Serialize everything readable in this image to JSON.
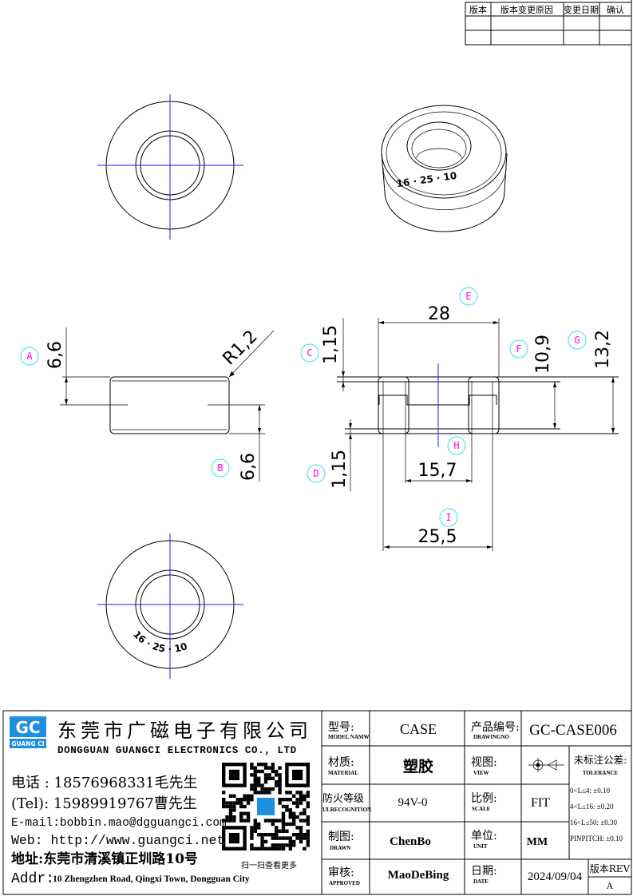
{
  "revision_table": {
    "headers": [
      "版本",
      "版本变更原因",
      "变更日期",
      "确认"
    ]
  },
  "drawing": {
    "ring_marking": "16 · 25 · 10",
    "dimensions": {
      "A": "6,6",
      "B": "6,6",
      "R": "R1,2",
      "C": "1,15",
      "D": "1,15",
      "E": "28",
      "F": "10,9",
      "G": "13,2",
      "H": "15,7",
      "I": "25,5"
    },
    "tags": [
      "A",
      "B",
      "C",
      "D",
      "E",
      "F",
      "G",
      "H",
      "I"
    ]
  },
  "company": {
    "logo_text": "GUANG CI",
    "name_cn": "东莞市广磁电子有限公司",
    "name_en": "DONGGUAN GUANGCI ELECTRONICS CO., LTD",
    "phone1": "电话 : 18576968331毛先生",
    "phone2": "(Tel): 15989919767曹先生",
    "email": "E-mail:bobbin.mao@dgguangci.com",
    "web": "Web: http://www.guangci.net",
    "address_cn": "地址:东莞市清溪镇正圳路10号",
    "address_en_label": "Addr:",
    "address_en": "10 Zhengzhen Road, Qingxi Town, Dongguan City",
    "qr_caption": "扫一扫查看更多"
  },
  "title_block": {
    "model_label": "型号:",
    "model_label_en": "MODEL NAMW",
    "model": "CASE",
    "drawing_no_label": "产品编号:",
    "drawing_no_label_en": "DRAWINGNO",
    "drawing_no": "GC-CASE006",
    "material_label": "材质:",
    "material_label_en": "MATERIAL",
    "material": "塑胶",
    "view_label": "视图:",
    "view_label_en": "VIEW",
    "tolerance_label": "未标注公差:",
    "tolerance_label_en": "TOLERANCE",
    "tolerances": [
      "0<L≤4: ±0.10",
      "4<L≤16: ±0.20",
      "16<L≤50: ±0.30",
      "PINPITCH: ±0.10"
    ],
    "fire_label": "防火等级",
    "fire_label_en": "ULRECOGNITION",
    "fire": "94V-0",
    "scale_label": "比例:",
    "scale_label_en": "SCALE",
    "scale": "FIT",
    "drawn_label": "制图:",
    "drawn_label_en": "DRAWN",
    "drawn": "ChenBo",
    "unit_label": "单位:",
    "unit_label_en": "UNIT",
    "unit": "MM",
    "approved_label": "审核:",
    "approved_label_en": "APPROVED",
    "approved": "MaoDeBing",
    "date_label": "日期:",
    "date_label_en": "DATE",
    "date": "2024/09/04",
    "rev_label": "版本REV",
    "rev": "A"
  }
}
